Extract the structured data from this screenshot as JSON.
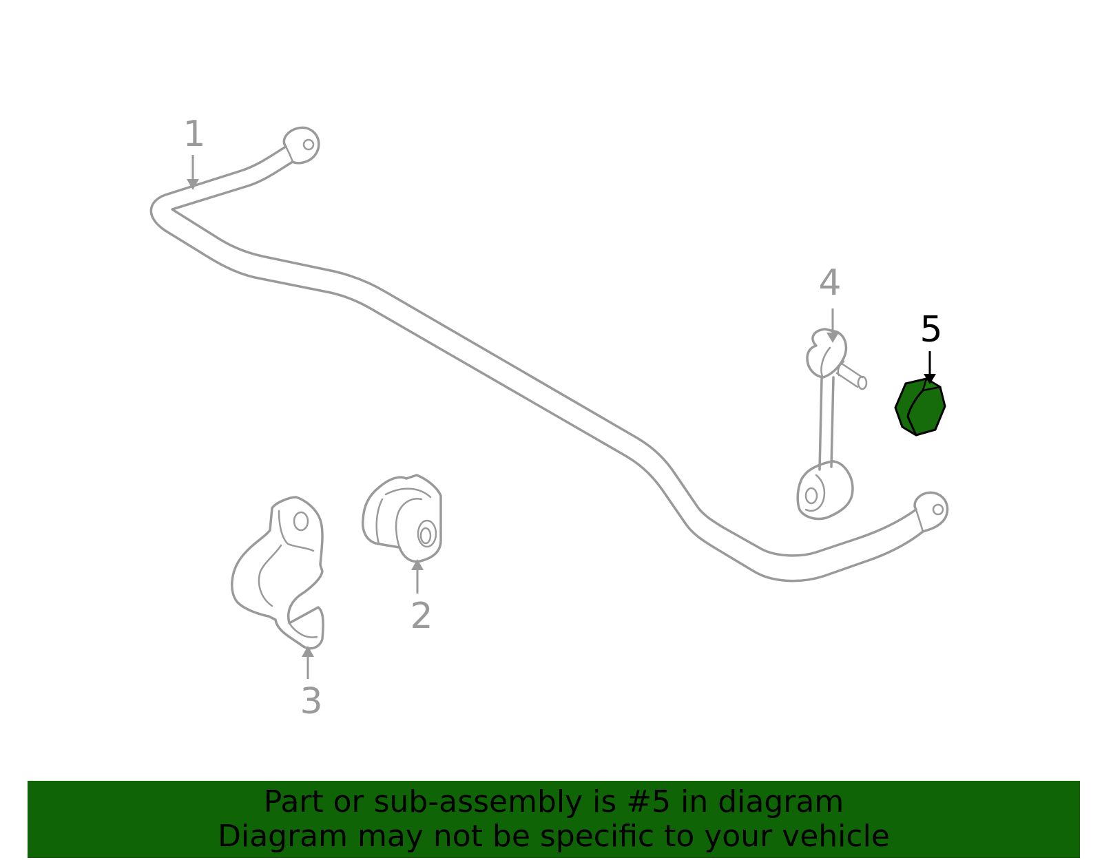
{
  "diagram": {
    "callouts": [
      {
        "id": "1",
        "label": "1",
        "highlighted": false
      },
      {
        "id": "2",
        "label": "2",
        "highlighted": false
      },
      {
        "id": "3",
        "label": "3",
        "highlighted": false
      },
      {
        "id": "4",
        "label": "4",
        "highlighted": false
      },
      {
        "id": "5",
        "label": "5",
        "highlighted": true
      }
    ],
    "highlight_color": "#166b0a",
    "part_line_color": "#9a9a9a"
  },
  "banner": {
    "line1": "Part or sub-assembly is #5 in diagram",
    "line2": "Diagram may not be specific to your vehicle",
    "background_color": "#0f6405"
  }
}
